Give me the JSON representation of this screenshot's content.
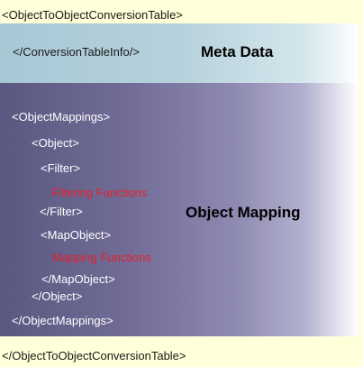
{
  "root": {
    "open_tag": "<ObjectToObjectConversionTable>",
    "close_tag": "</ObjectToObjectConversionTable>",
    "background_color": "#ffffd9"
  },
  "meta_section": {
    "tag": "</ConversionTableInfo/>",
    "heading": "Meta Data",
    "color": "#b6d1dc"
  },
  "mapping_section": {
    "heading": "Object Mapping",
    "color": "#706c96",
    "lines": {
      "mappings_open": "<ObjectMappings>",
      "object_open": "<Object>",
      "filter_open": "<Filter>",
      "filtering_functions": "Filtering Functions",
      "filter_close": "</Filter>",
      "mapobject_open": "<MapObject>",
      "mapping_functions": "Mapping Functions",
      "mapobject_close": "</MapObject>",
      "object_close": "</Object>",
      "mappings_close": "</ObjectMappings>"
    },
    "function_text_color": "#e8202a"
  }
}
